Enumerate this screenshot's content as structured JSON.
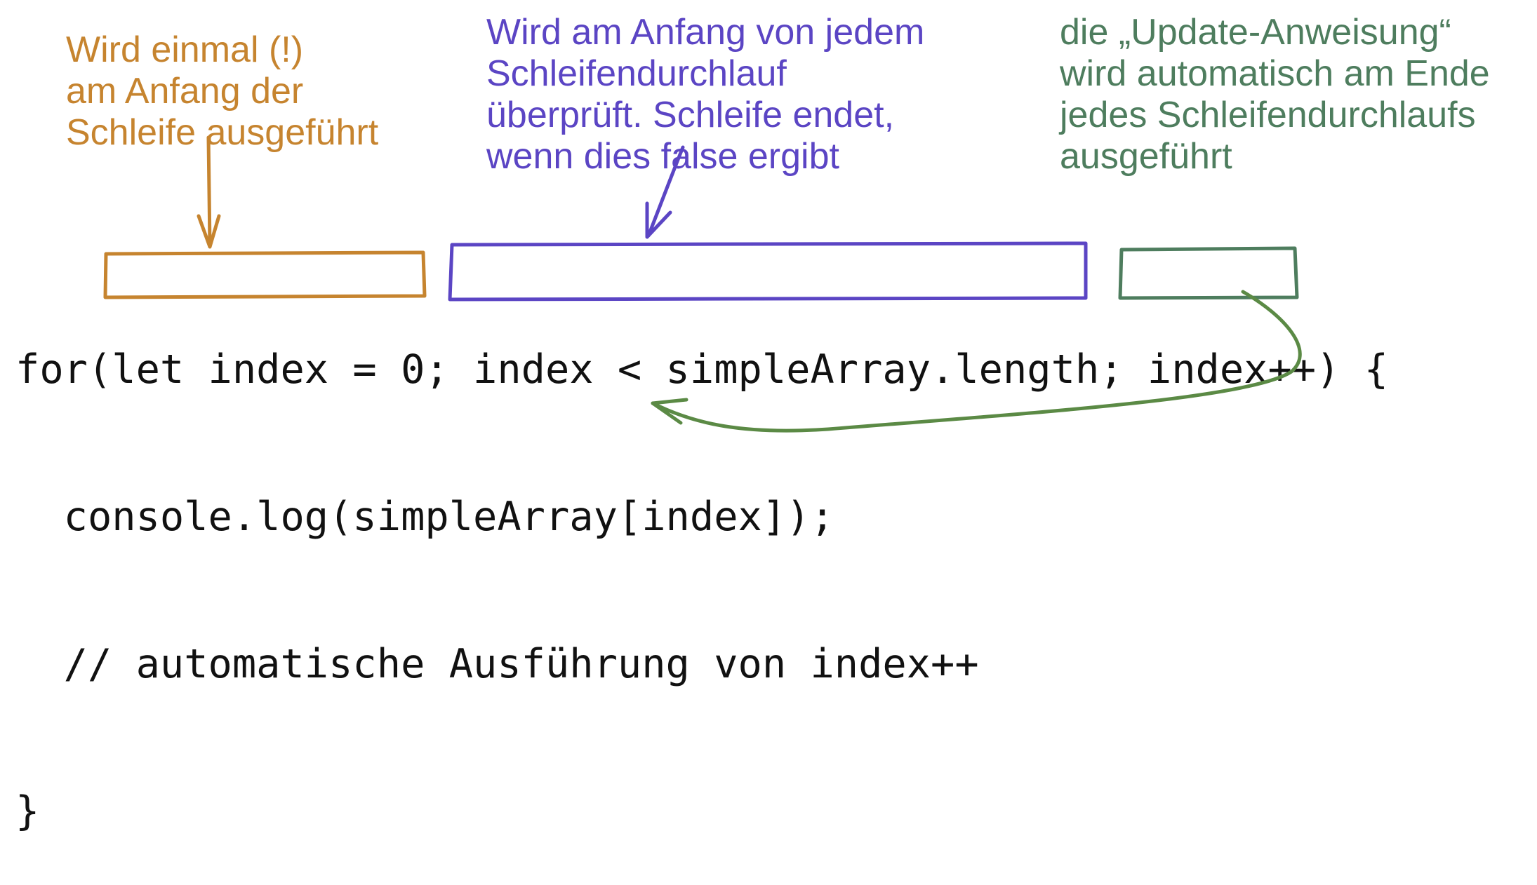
{
  "annotations": {
    "init": {
      "color": "#c6842f",
      "lines": [
        "Wird einmal (!)",
        "am Anfang der",
        "Schleife ausgeführt"
      ]
    },
    "condition": {
      "color": "#5b45c4",
      "lines": [
        "Wird am Anfang von jedem",
        "Schleifendurchlauf",
        "überprüft. Schleife endet,",
        "wenn dies false ergibt"
      ]
    },
    "update": {
      "color": "#4e7d5e",
      "lines": [
        "die „Update-Anweisung“",
        "wird automatisch am Ende",
        "jedes Schleifendurchlaufs",
        "ausgeführt"
      ]
    }
  },
  "code": {
    "lines": [
      "for(let index = 0; index < simpleArray.length; index++) {",
      "  console.log(simpleArray[index]);",
      "  // automatische Ausführung von index++",
      "}"
    ]
  },
  "colors": {
    "init": "#c6842f",
    "condition": "#5b45c4",
    "update": "#4e7d5e",
    "update_arrow": "#5b8a45",
    "code": "#111111"
  }
}
